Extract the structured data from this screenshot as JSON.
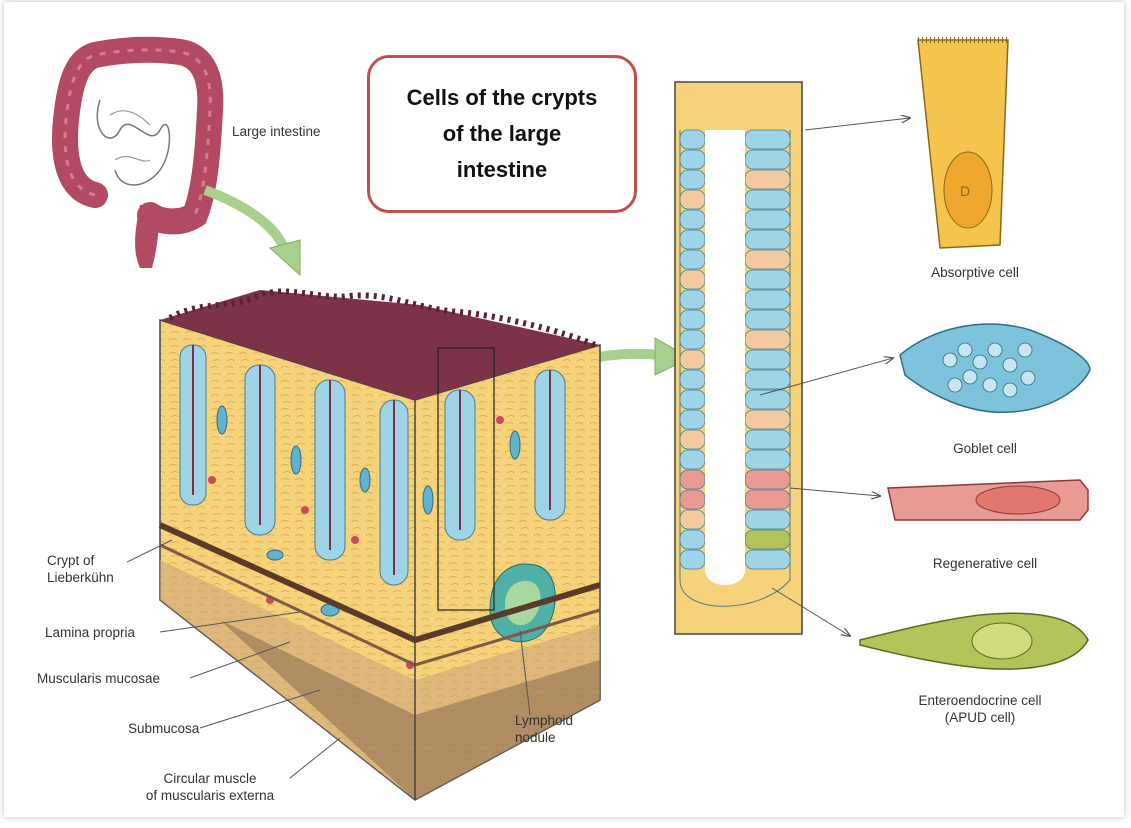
{
  "title": "Cells of the crypts of the large intestine",
  "labels": {
    "large_intestine": "Large intestine",
    "absorptive_cell": "Absorptive cell",
    "goblet_cell": "Goblet cell",
    "regenerative_cell": "Regenerative cell",
    "enteroendocrine_line1": "Enteroendocrine cell",
    "enteroendocrine_line2": "(APUD cell)",
    "crypt_line1": "Crypt of",
    "crypt_line2": "Lieberkühn",
    "lamina_propria": "Lamina propria",
    "muscularis_mucosae": "Muscularis mucosae",
    "submucosa": "Submucosa",
    "circular_muscle_line1": "Circular muscle",
    "circular_muscle_line2": "of muscularis externa",
    "lymphoid_line1": "Lymphoid",
    "lymphoid_line2": "nodule"
  },
  "colors": {
    "title_border": "#c0504d",
    "tissue_yellow": "#f6d27a",
    "epithelium_blue": "#9fd3e6",
    "mucosa_maroon": "#8b3b4e",
    "regenerative_pink": "#e99a93",
    "enteroendocrine_green": "#b5c45a",
    "arrow_green": "#a8d08d"
  }
}
